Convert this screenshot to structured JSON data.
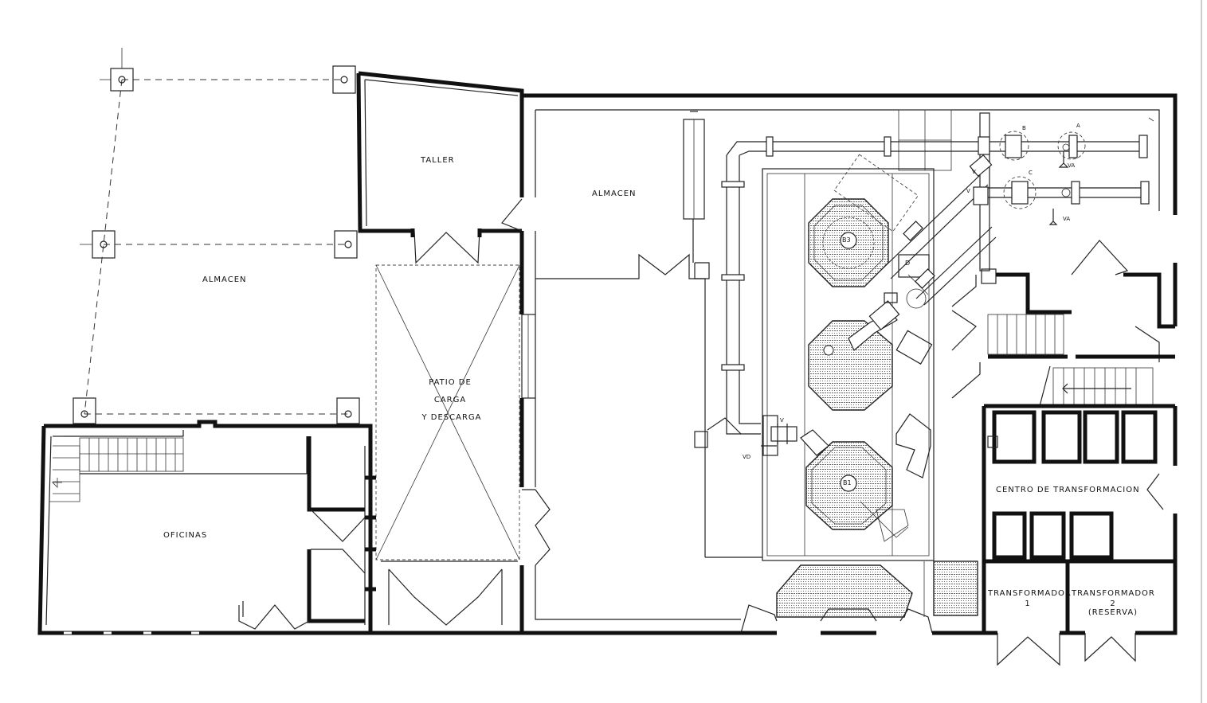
{
  "labels": {
    "taller": "TALLER",
    "almacen_left": "ALMACEN",
    "almacen_right": "ALMACEN",
    "patio_line1": "PATIO DE",
    "patio_line2": "CARGA",
    "patio_line3": "Y DESCARGA",
    "oficinas": "OFICINAS",
    "centro": "CENTRO DE TRANSFORMACION",
    "transformador1_line1": "TRANSFORMADOR",
    "transformador1_line2": "1",
    "transformador2_line1": "TRANSFORMADOR",
    "transformador2_line2": "2",
    "transformador2_line3": "(RESERVA)"
  },
  "equipment": {
    "tank_b3": "B3",
    "tank_b1": "B1",
    "marker_d": "D",
    "marker_a": "A",
    "marker_b": "B",
    "marker_c": "C",
    "valve_va_top": "VA",
    "valve_va_bottom": "VA",
    "valve_v1": "V",
    "valve_v2": "V",
    "valve_vd": "VD",
    "valve_v_bottom": "V"
  },
  "colors": {
    "ink": "#111111",
    "paper": "#ffffff"
  }
}
